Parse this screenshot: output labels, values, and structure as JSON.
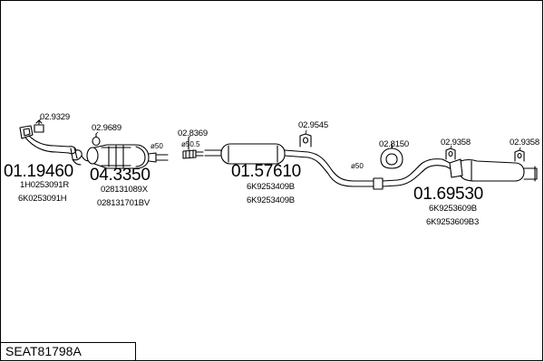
{
  "title": "SEAT81798A",
  "labels": {
    "gasket_front": "02.9329",
    "gasket_cat": "02.9689",
    "clamp_mid": "02.8369",
    "hanger_mid": "02.9545",
    "hanger_rear_a": "02.8150",
    "hanger_rear_b": "02.9358",
    "hanger_rear_c": "02.9358",
    "front_pipe_code": "01.19460",
    "front_pipe_part_1": "1H0253091R",
    "front_pipe_part_2": "6K0253091H",
    "cat_code": "04.3350",
    "cat_part_1": "028131089X",
    "cat_part_2": "028131701BV",
    "mid_code": "01.57610",
    "mid_part_1": "6K9253409B",
    "mid_part_2": "6K9253409B",
    "rear_code": "01.69530",
    "rear_part_1": "6K9253609B",
    "rear_part_2": "6K9253609B3",
    "dia_a": "ø50",
    "dia_b": "ø50.5",
    "dia_c": "ø50"
  }
}
